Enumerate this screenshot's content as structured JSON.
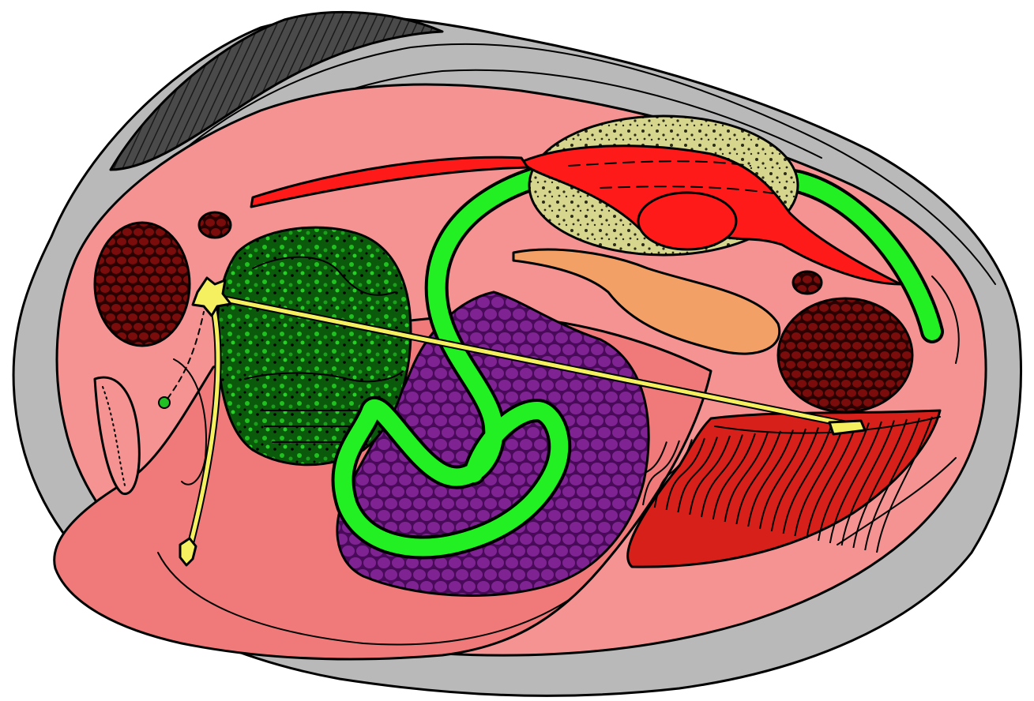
{
  "diagram": {
    "subject": "clam-internal-anatomy",
    "labels": [],
    "colors": {
      "background": "#ffffff",
      "shell_outer": "#b9b9b9",
      "shell_dark": "#4a4a4a",
      "mantle": "#f59393",
      "foot": "#f07a7a",
      "adductor_muscle": "#6e0b0b",
      "digestive_gland": "#0e6e0e",
      "intestine": "#22f022",
      "gonad": "#7a1e8e",
      "heart_ventricle": "#ff1a1a",
      "pericardium": "#d8d890",
      "kidney": "#f3a066",
      "gills": "#d8201a",
      "nerve": "#f4f060"
    },
    "parts": [
      {
        "name": "shell",
        "color": "shell_outer"
      },
      {
        "name": "mantle",
        "color": "mantle"
      },
      {
        "name": "foot",
        "color": "foot"
      },
      {
        "name": "anterior-adductor-muscle",
        "color": "adductor_muscle"
      },
      {
        "name": "posterior-adductor-muscle",
        "color": "adductor_muscle"
      },
      {
        "name": "digestive-gland",
        "color": "digestive_gland"
      },
      {
        "name": "intestine",
        "color": "intestine"
      },
      {
        "name": "gonad",
        "color": "gonad"
      },
      {
        "name": "heart",
        "color": "heart_ventricle"
      },
      {
        "name": "pericardial-cavity",
        "color": "pericardium"
      },
      {
        "name": "kidney",
        "color": "kidney"
      },
      {
        "name": "gills",
        "color": "gills"
      },
      {
        "name": "nerve-ganglia-and-connectives",
        "color": "nerve"
      }
    ]
  }
}
